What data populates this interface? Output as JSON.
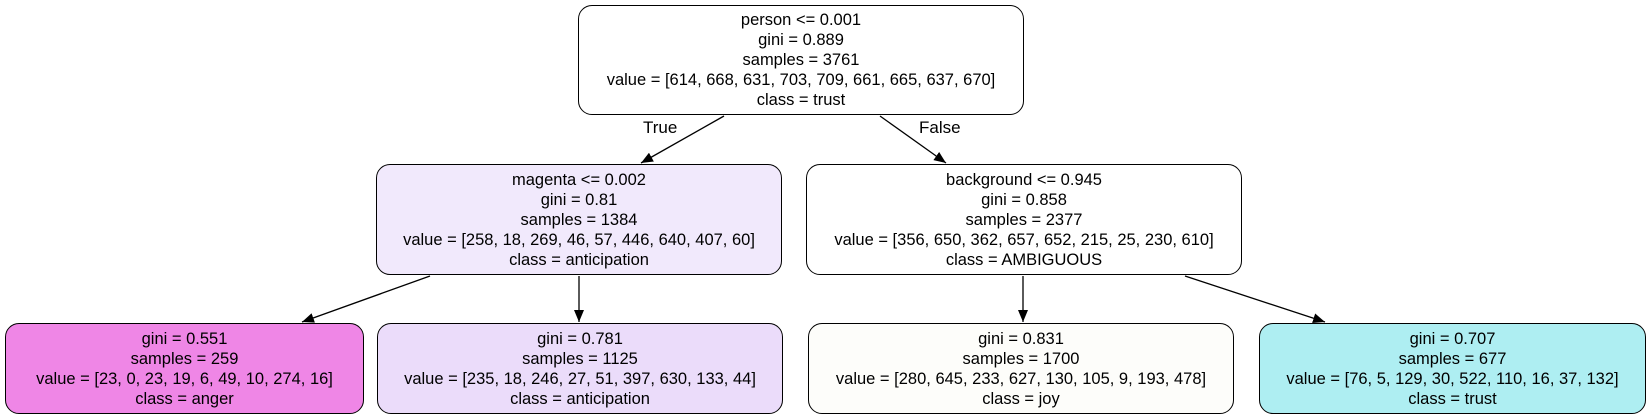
{
  "nodes": [
    {
      "id": "n0",
      "lines": [
        "person <= 0.001",
        "gini = 0.889",
        "samples = 3761",
        "value = [614, 668, 631, 703, 709, 661, 665, 637, 670]",
        "class = trust"
      ],
      "fill": "#ffffff"
    },
    {
      "id": "n1",
      "lines": [
        "magenta <= 0.002",
        "gini = 0.81",
        "samples = 1384",
        "value = [258, 18, 269, 46, 57, 446, 640, 407, 60]",
        "class = anticipation"
      ],
      "fill": "#f1e9fc"
    },
    {
      "id": "n2",
      "lines": [
        "background <= 0.945",
        "gini = 0.858",
        "samples = 2377",
        "value = [356, 650, 362, 657, 652, 215, 25, 230, 610]",
        "class = AMBIGUOUS"
      ],
      "fill": "#ffffff"
    },
    {
      "id": "n3",
      "lines": [
        "gini = 0.551",
        "samples = 259",
        "value = [23, 0, 23, 19, 6, 49, 10, 274, 16]",
        "class = anger"
      ],
      "fill": "#ef86e6"
    },
    {
      "id": "n4",
      "lines": [
        "gini = 0.781",
        "samples = 1125",
        "value = [235, 18, 246, 27, 51, 397, 630, 133, 44]",
        "class = anticipation"
      ],
      "fill": "#ebdcfa"
    },
    {
      "id": "n5",
      "lines": [
        "gini = 0.831",
        "samples = 1700",
        "value = [280, 645, 233, 627, 130, 105, 9, 193, 478]",
        "class = joy"
      ],
      "fill": "#fdfdfa"
    },
    {
      "id": "n6",
      "lines": [
        "gini = 0.707",
        "samples = 677",
        "value = [76, 5, 129, 30, 522, 110, 16, 37, 132]",
        "class = trust"
      ],
      "fill": "#aeeef2"
    }
  ],
  "edges": [
    {
      "from": "n0",
      "to": "n1"
    },
    {
      "from": "n0",
      "to": "n2"
    },
    {
      "from": "n1",
      "to": "n3"
    },
    {
      "from": "n1",
      "to": "n4"
    },
    {
      "from": "n2",
      "to": "n5"
    },
    {
      "from": "n2",
      "to": "n6"
    }
  ],
  "edge_labels": {
    "true": "True",
    "false": "False"
  }
}
